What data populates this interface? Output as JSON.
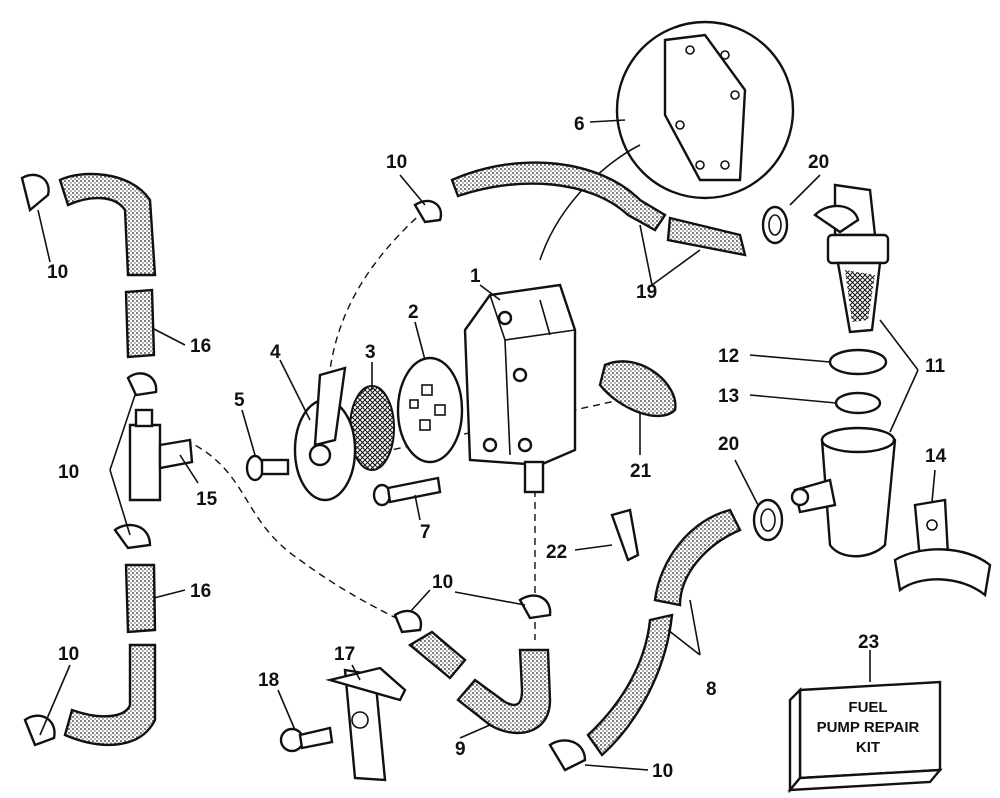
{
  "callouts": {
    "p1": "1",
    "p2": "2",
    "p3": "3",
    "p4": "4",
    "p5": "5",
    "p6": "6",
    "p7": "7",
    "p8": "8",
    "p9": "9",
    "p10": "10",
    "p11": "11",
    "p12": "12",
    "p13": "13",
    "p14": "14",
    "p15": "15",
    "p16": "16",
    "p17": "17",
    "p18": "18",
    "p19": "19",
    "p20": "20",
    "p21": "21",
    "p22": "22",
    "p23": "23"
  },
  "kit": {
    "line1": "FUEL",
    "line2": "PUMP REPAIR",
    "line3": "KIT"
  }
}
